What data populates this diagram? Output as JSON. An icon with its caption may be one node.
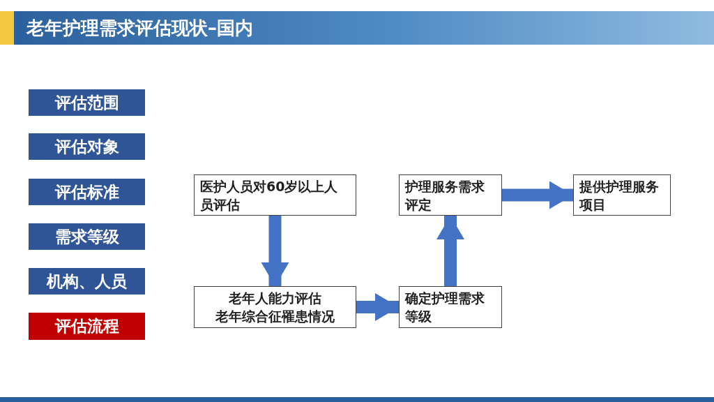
{
  "diagram": {
    "title": "老年护理需求评估现状–国内",
    "nodes": [
      {
        "text": [
          "评估范围"
        ]
      },
      {
        "text": [
          "评估对象"
        ]
      },
      {
        "text": [
          "评估标准"
        ]
      },
      {
        "text": [
          "需求等级"
        ]
      },
      {
        "text": [
          "机构、人员"
        ]
      },
      {
        "text": [
          "评估流程"
        ]
      },
      {
        "text": [
          "医护人员对60岁以上人员评估"
        ]
      },
      {
        "text": [
          "老年人能力评估",
          "老年综合征罹患情况"
        ]
      },
      {
        "text": [
          "确定护理需求等级"
        ]
      },
      {
        "text": [
          "护理服务需求评定"
        ]
      },
      {
        "text": [
          "提供护理服务项目"
        ]
      }
    ],
    "edges": [
      {
        "from": 6,
        "to": 7,
        "arrow": "to"
      },
      {
        "from": 7,
        "to": 8,
        "arrow": "to"
      },
      {
        "from": 8,
        "to": 9,
        "arrow": "to"
      },
      {
        "from": 9,
        "to": 10,
        "arrow": "to"
      }
    ]
  }
}
